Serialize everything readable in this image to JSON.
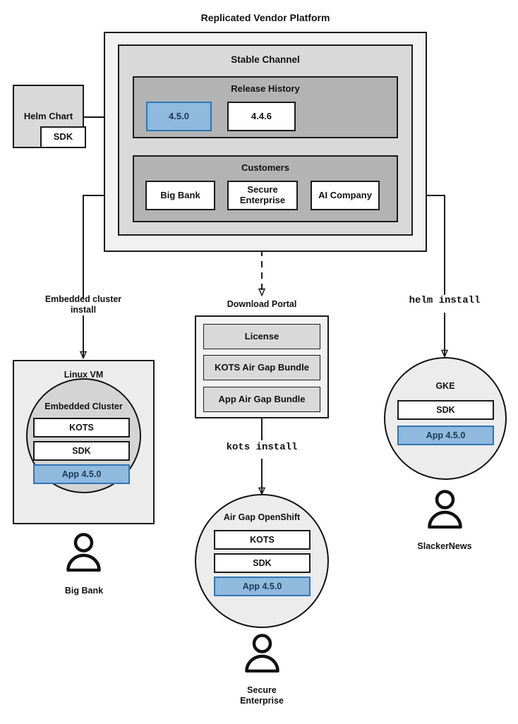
{
  "diagram": {
    "title": "Replicated Vendor Platform",
    "colors": {
      "accent_blue_fill": "#8fb9dd",
      "accent_blue_border": "#2e75b6",
      "accent_blue_text": "#1b3a57",
      "stroke": "#1a1a1a",
      "outer_fill": "#f2f2f2",
      "mid_fill": "#d9d9d9",
      "inner_fill": "#b3b3b3"
    }
  },
  "helm_chart": {
    "label": "Helm Chart",
    "sdk_label": "SDK"
  },
  "platform": {
    "stable_channel": {
      "title": "Stable Channel",
      "release_history": {
        "title": "Release History",
        "releases": [
          {
            "version": "4.5.0",
            "highlighted": true
          },
          {
            "version": "4.4.6",
            "highlighted": false
          }
        ]
      },
      "customers": {
        "title": "Customers",
        "items": [
          {
            "name": "Big Bank"
          },
          {
            "name": "Secure\nEnterprise"
          },
          {
            "name": "AI Company"
          }
        ]
      }
    }
  },
  "flows": {
    "embedded_cluster_install": "Embedded cluster\ninstall",
    "kots_install": "kots install",
    "helm_install": "helm install"
  },
  "download_portal": {
    "title": "Download Portal",
    "artifacts": [
      "License",
      "KOTS Air Gap Bundle",
      "App Air Gap Bundle"
    ]
  },
  "targets": {
    "linux_vm": {
      "title": "Linux VM",
      "cluster_title": "Embedded Cluster",
      "components": [
        {
          "label": "KOTS",
          "highlighted": false
        },
        {
          "label": "SDK",
          "highlighted": false
        },
        {
          "label": "App 4.5.0",
          "highlighted": true
        }
      ],
      "persona": "Big Bank"
    },
    "airgap_openshift": {
      "title": "Air Gap OpenShift",
      "components": [
        {
          "label": "KOTS",
          "highlighted": false
        },
        {
          "label": "SDK",
          "highlighted": false
        },
        {
          "label": "App 4.5.0",
          "highlighted": true
        }
      ],
      "persona": "Secure\nEnterprise"
    },
    "gke": {
      "title": "GKE",
      "components": [
        {
          "label": "SDK",
          "highlighted": false
        },
        {
          "label": "App 4.5.0",
          "highlighted": true
        }
      ],
      "persona": "SlackerNews"
    }
  }
}
